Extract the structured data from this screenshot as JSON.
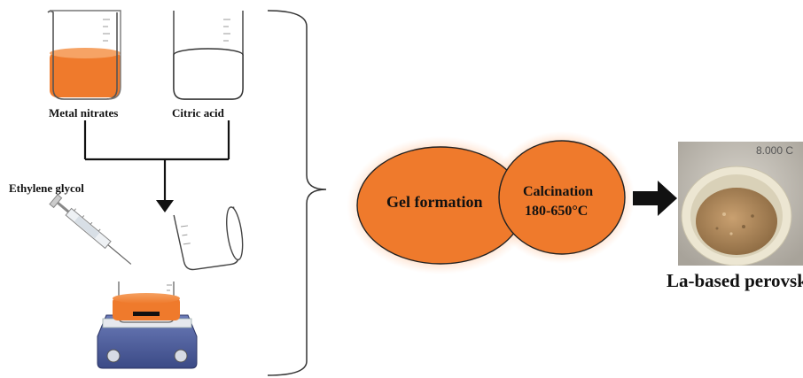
{
  "reagents": {
    "metal_nitrates": "Metal nitrates",
    "citric_acid": "Citric acid",
    "ethylene_glycol": "Ethylene glycol"
  },
  "process": {
    "gel_formation": "Gel formation",
    "calcination": "Calcination",
    "calcination_temp": "180-650°C"
  },
  "product": {
    "label": "La-based perovskite",
    "photo_corner_text": "8.000 C"
  },
  "colors": {
    "orange": "#ef7a2c",
    "glow": "#ffb380",
    "hotplate_blue": "#4a5c9c",
    "powder": "#b08a5e",
    "crucible": "#ece6d2"
  }
}
